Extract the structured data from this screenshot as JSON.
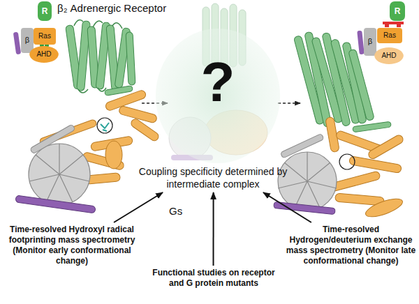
{
  "diagram": {
    "nodes": [
      {
        "text": [
          "R"
        ]
      },
      {
        "text": [
          "β"
        ]
      },
      {
        "text": [
          "Ras"
        ]
      },
      {
        "text": [
          "AHD"
        ]
      },
      {
        "text": [
          "?"
        ]
      },
      {
        "text": [
          "R"
        ]
      },
      {
        "text": [
          "β"
        ]
      },
      {
        "text": [
          "Ras"
        ]
      },
      {
        "text": [
          "AHD"
        ]
      },
      {
        "text": [
          "Coupling specificity determined by intermediate complex"
        ]
      },
      {
        "text": [
          "Time-resolved Hydroxyl radical footprinting mass spectrometry (Monitor early conformational change)"
        ]
      },
      {
        "text": [
          "Functional studies on receptor and G protein mutants"
        ]
      },
      {
        "text": [
          "Time-resolved Hydrogen/deuterium exchange mass spectrometry (Monitor late conformational change)"
        ]
      }
    ],
    "edges": [
      {
        "from": 10,
        "to": 9,
        "arrow": "to"
      },
      {
        "from": 11,
        "to": 9,
        "arrow": "to"
      },
      {
        "from": 12,
        "to": 9,
        "arrow": "to"
      }
    ],
    "labels": [
      "β₂ Adrenergic Receptor",
      "Gs"
    ]
  }
}
